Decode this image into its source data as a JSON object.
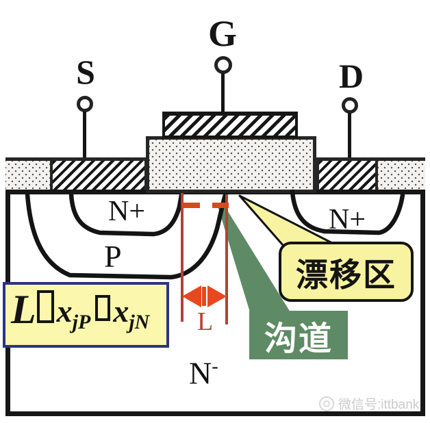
{
  "terminals": {
    "source": "S",
    "gate": "G",
    "drain": "D"
  },
  "regions": {
    "n_plus_source": "N+",
    "p_well": "P",
    "n_plus_drain": "N+",
    "n_minus_base": "N",
    "n_minus_sign": "-"
  },
  "callouts": {
    "drift_region": "漂移区",
    "channel": "沟道"
  },
  "dimension": {
    "label": "L"
  },
  "formula": {
    "as_read": "L□x jP□x jN",
    "lhs": "L",
    "missing_glyph_1": "□",
    "x1": "x",
    "x1_sub": "jP",
    "missing_glyph_2": "□",
    "x2": "x",
    "x2_sub": "jN"
  },
  "watermark": {
    "text": "微信号:ittbank"
  },
  "colors": {
    "dimension_line_red": "#AE4438",
    "arrow_red": "#E8481F",
    "dash_red": "#D8491E",
    "callout_yellow": "#F8F3A0",
    "formula_yellow": "#FBF7AC",
    "formula_border_blue": "#2B3484",
    "channel_green": "#5E8B65",
    "outline_black": "#161616",
    "watermark_gray": "#CBCBCB"
  }
}
